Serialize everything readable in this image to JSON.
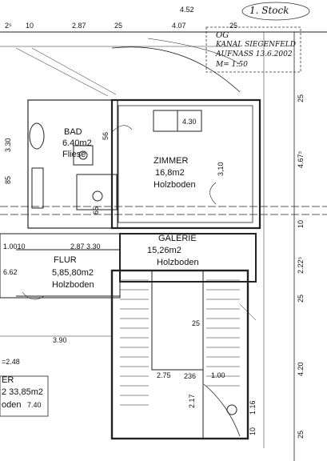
{
  "stamp": {
    "sheet": "1. Stock",
    "og": "OG",
    "line1": "KANAL SIEGENFELD",
    "line2": "AUFNASS 13.6.2002",
    "line3": "M= 1:50"
  },
  "top_dims": {
    "d1": "2⁵",
    "d2": "10",
    "d3": "2.87",
    "d4": "25",
    "d5": "4.07",
    "d6": "25",
    "d7": "4.52"
  },
  "right_dims": {
    "r1": "4.67⁵",
    "r2": "10",
    "r3": "2.22⁵",
    "r4": "25",
    "r5": "4.20",
    "r6": "1.16",
    "r7": "10",
    "r8": "25",
    "r9": "25"
  },
  "rooms": {
    "bad": {
      "name": "BAD",
      "area": "6.40m2",
      "floor": "Fliese"
    },
    "zimmer": {
      "name": "ZIMMER",
      "area": "16,8m2",
      "floor": "Holzboden"
    },
    "galerie": {
      "name": "GALERIE",
      "area": "15,26m2",
      "floor": "Holzboden"
    },
    "flur": {
      "name": "FLUR",
      "area": "5,85,80m2",
      "floor": "Holzboden"
    },
    "left_room": {
      "name": "ER",
      "area": "2 33,85m2",
      "floor": "oden",
      "extra": "7.40"
    }
  },
  "inner_dims": {
    "n430": "4.30",
    "n56": "56",
    "n310": "3,10",
    "n85": "85",
    "n65": "65",
    "n287": "2.87",
    "n330": "3.30",
    "n1001": "1.0010",
    "n662": "6.62",
    "n390": "3.90",
    "n25a": "25",
    "n275": "2.75",
    "n236": "236",
    "n100": "1.00",
    "n217": "2.17",
    "n2": "=2.48",
    "n3": "3.30"
  }
}
